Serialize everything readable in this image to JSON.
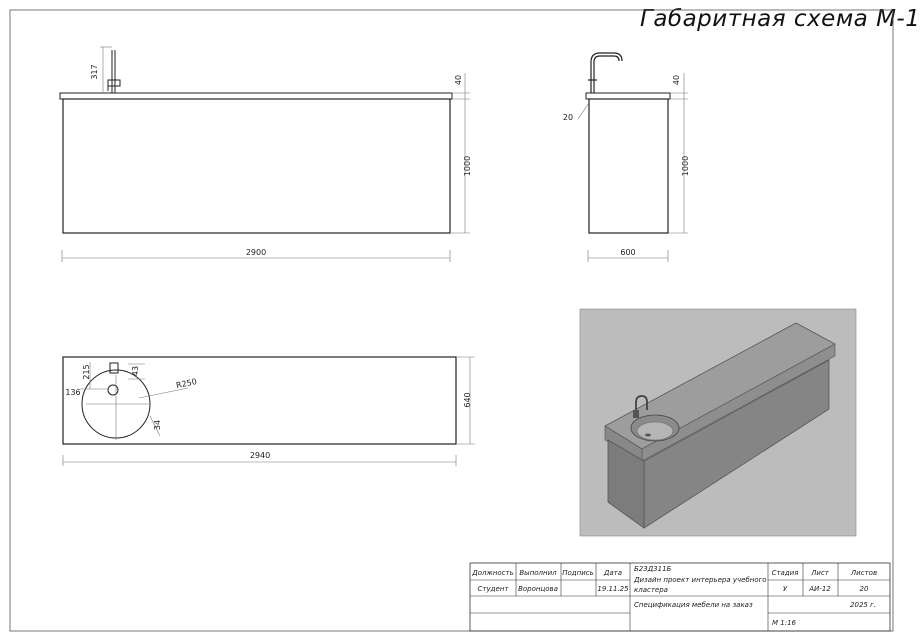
{
  "title": "Габаритная схема М-1",
  "front_view": {
    "height_tap": "317",
    "counter_thickness": "40",
    "body_height": "1000",
    "width": "2900"
  },
  "side_view": {
    "counter_thickness": "40",
    "overhang": "20",
    "body_height": "1000",
    "depth": "600"
  },
  "top_view": {
    "tap_offset_y": "215",
    "tap_offset_x": "136",
    "tap_size": "43",
    "sink_radius": "R250",
    "sink_gap": "34",
    "depth": "640",
    "width": "2940"
  },
  "title_block": {
    "headers": {
      "position": "Должность",
      "performed": "Выполнил",
      "signature": "Подпись",
      "date": "Дата",
      "stage": "Стадия",
      "sheet": "Лист",
      "sheets": "Листов"
    },
    "row": {
      "position": "Студент",
      "performer": "Воронцова",
      "date": "19.11.25",
      "stage": "У",
      "sheet": "АИ-12",
      "sheets": "20"
    },
    "code": "Б23Д311Б",
    "project": "Дизайн проект интерьера учебного",
    "project_line2": "кластера",
    "document": "Спецификация мебели на заказ",
    "year": "2025 г.",
    "scale": "М 1:16"
  },
  "colors": {
    "render_bg": "#bcbcbc",
    "cabinet_top": "#9a9a9a",
    "cabinet_front": "#8c8c8c",
    "cabinet_side": "#7a7a7a",
    "line": "#222222"
  }
}
